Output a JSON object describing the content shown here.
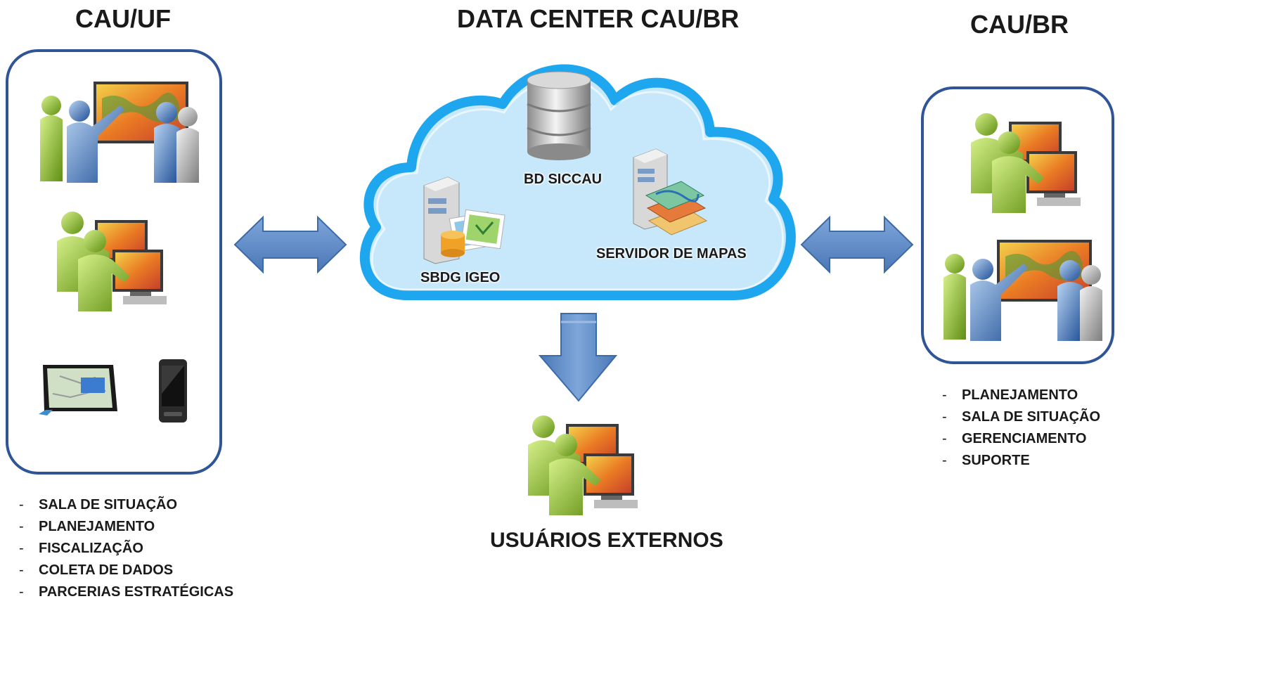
{
  "titles": {
    "left": "CAU/UF",
    "center": "DATA CENTER CAU/BR",
    "right": "CAU/BR"
  },
  "cloud": {
    "db_label": "BD SICCAU",
    "map_server_label": "SERVIDOR DE MAPAS",
    "sbdg_label": "SBDG IGEO"
  },
  "external_users": "USUÁRIOS EXTERNOS",
  "left_list": [
    {
      "dash": "-",
      "text": "SALA DE SITUAÇÃO"
    },
    {
      "dash": "-",
      "text": "PLANEJAMENTO"
    },
    {
      "dash": "-",
      "text": "FISCALIZAÇÃO"
    },
    {
      "dash": "-",
      "text": "COLETA DE DADOS"
    },
    {
      "dash": "-",
      "text": "PARCERIAS ESTRATÉGICAS"
    }
  ],
  "right_list": [
    {
      "dash": "-",
      "text": "PLANEJAMENTO"
    },
    {
      "dash": "-",
      "text": "SALA DE SITUAÇÃO"
    },
    {
      "dash": "-",
      "text": "GERENCIAMENTO"
    },
    {
      "dash": "-",
      "text": "SUPORTE"
    }
  ],
  "colors": {
    "panel_border": "#2f5597",
    "arrow_fill": "#5b88c6",
    "arrow_stroke": "#3d6aa8",
    "cloud_outline": "#1ea7ee",
    "cloud_fill": "#c6e8fa"
  }
}
